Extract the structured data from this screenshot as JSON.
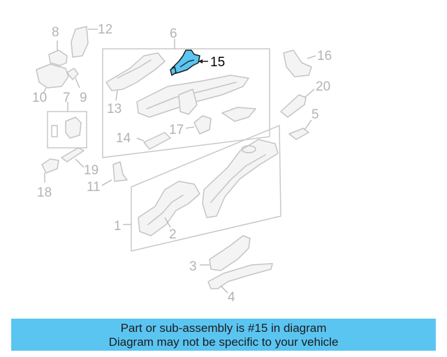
{
  "labels": {
    "l1": "1",
    "l2": "2",
    "l3": "3",
    "l4": "4",
    "l5": "5",
    "l6": "6",
    "l7": "7",
    "l8": "8",
    "l9": "9",
    "l10": "10",
    "l11": "11",
    "l12": "12",
    "l13": "13",
    "l14": "14",
    "l15": "15",
    "l16": "16",
    "l17": "17",
    "l18": "18",
    "l19": "19",
    "l20": "20"
  },
  "highlight": {
    "part_number": "15",
    "color": "#5bc5f2"
  },
  "banner": {
    "line1": "Part or sub-assembly is #15 in diagram",
    "line2": "Diagram may not be specific to your vehicle",
    "color": "#5bc5f2"
  }
}
